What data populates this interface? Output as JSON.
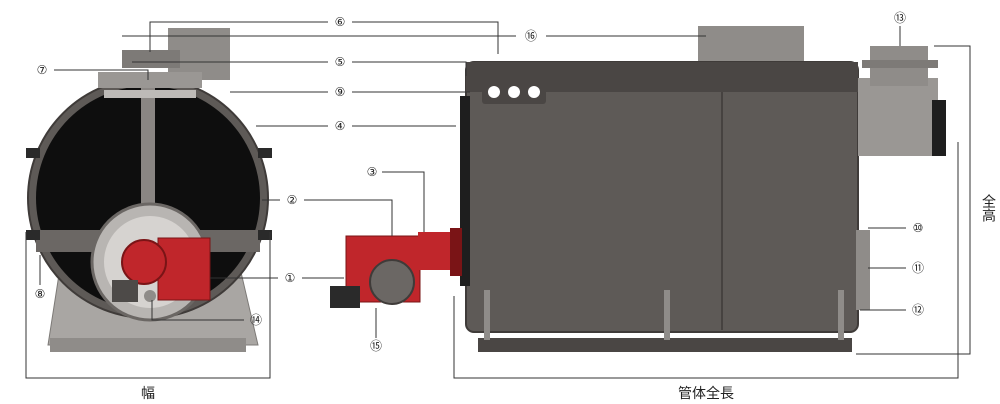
{
  "callouts": [
    {
      "id": "c1",
      "label": "①"
    },
    {
      "id": "c2",
      "label": "②"
    },
    {
      "id": "c3",
      "label": "③"
    },
    {
      "id": "c4",
      "label": "④"
    },
    {
      "id": "c5",
      "label": "⑤"
    },
    {
      "id": "c6",
      "label": "⑥"
    },
    {
      "id": "c7",
      "label": "⑦"
    },
    {
      "id": "c8",
      "label": "⑧"
    },
    {
      "id": "c9",
      "label": "⑨"
    },
    {
      "id": "c10",
      "label": "⑩"
    },
    {
      "id": "c11",
      "label": "⑪"
    },
    {
      "id": "c12",
      "label": "⑫"
    },
    {
      "id": "c13",
      "label": "⑬"
    },
    {
      "id": "c14",
      "label": "⑭"
    },
    {
      "id": "c15",
      "label": "⑮"
    },
    {
      "id": "c16",
      "label": "⑯"
    }
  ],
  "dimensions": {
    "width_label": "幅",
    "length_label": "管体全長",
    "height_label": "全高"
  },
  "colors": {
    "shell": "#5e5a57",
    "shell_dark": "#3f3b39",
    "interior": "#0e0e0e",
    "stand": "#a9a6a3",
    "burner_red": "#c0262b",
    "burner_dark": "#7a1416",
    "steel_light": "#9a9794"
  }
}
